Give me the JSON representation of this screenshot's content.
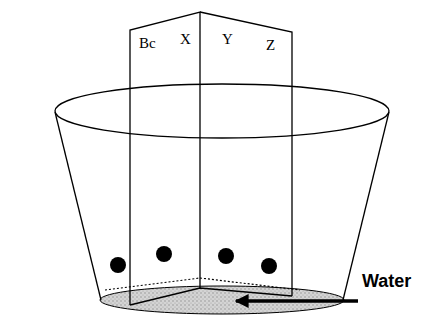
{
  "diagram": {
    "labels": [
      "Bc",
      "X",
      "Y",
      "Z",
      "Water"
    ]
  }
}
